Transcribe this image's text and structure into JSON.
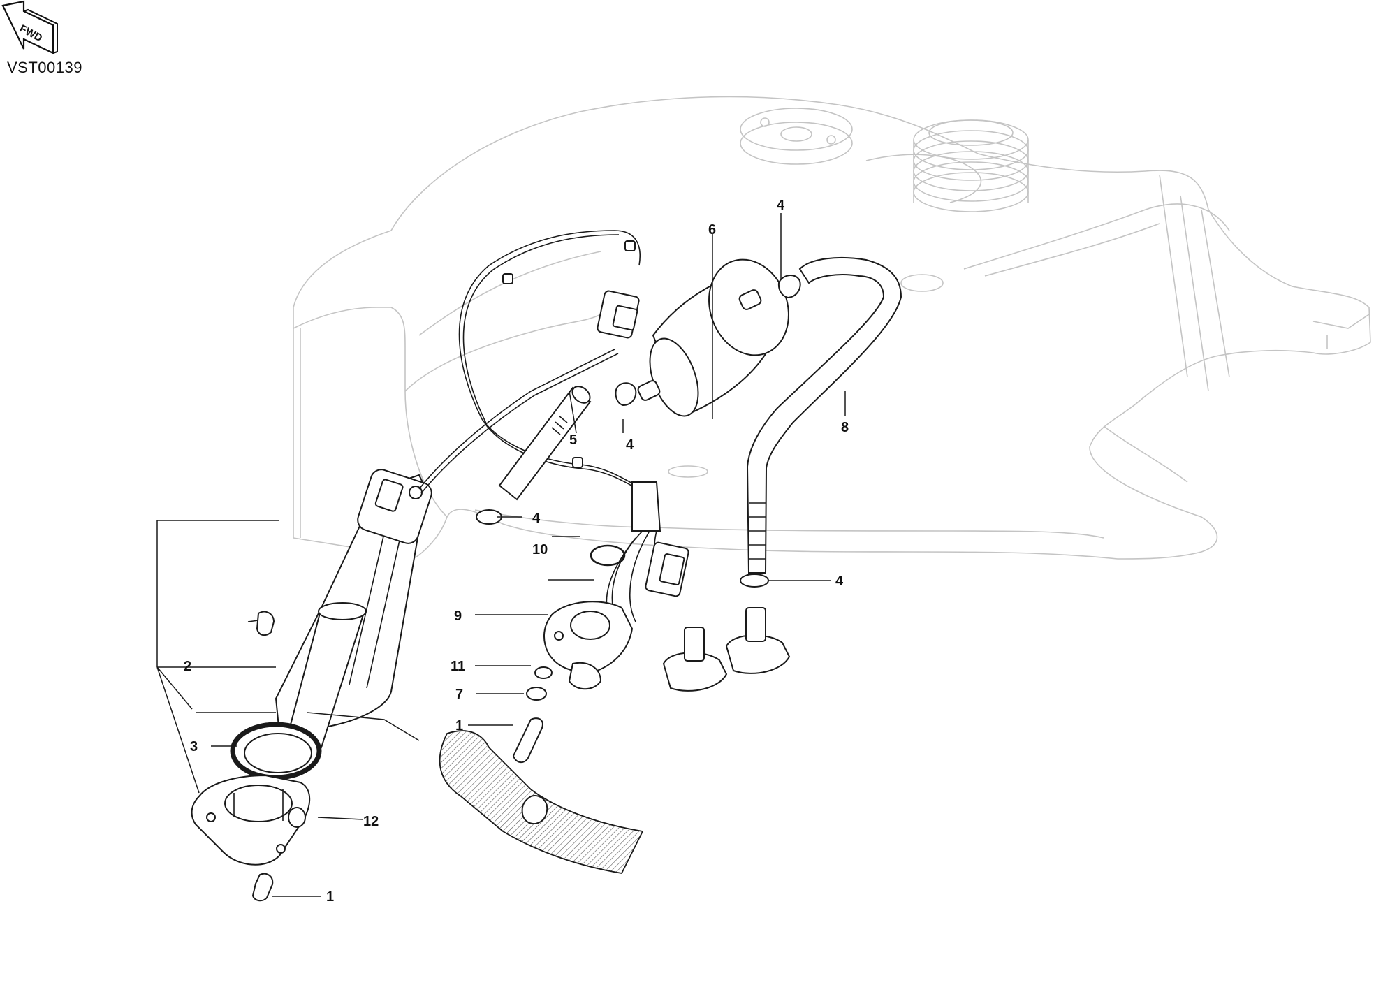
{
  "header": {
    "fwd_label": "FWD",
    "drawing_code": "VST00139"
  },
  "callouts": {
    "c1_bolt_upper": "1",
    "c1_bolt_lower": "1",
    "c2_fuel_pump_assy": "2",
    "c3_gasket": "3",
    "c4_clamp_a": "4",
    "c4_clamp_b": "4",
    "c4_clamp_c": "4",
    "c4_clamp_d": "4",
    "c5_hose": "5",
    "c6_filter": "6",
    "c7_washer": "7",
    "c8_hose": "8",
    "c9_bracket": "9",
    "c10_wire_band": "10",
    "c11_washer": "11",
    "c12_grommet": "12"
  },
  "icons": {
    "forward_arrow": "fwd-arrow-icon"
  }
}
